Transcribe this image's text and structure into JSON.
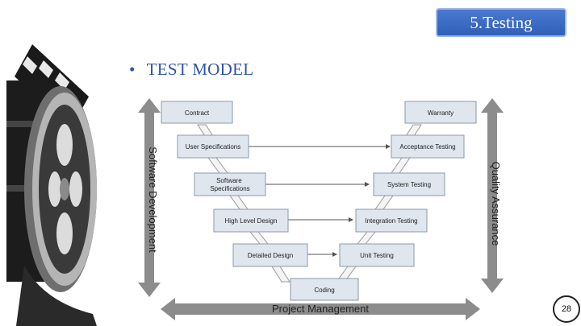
{
  "slide": {
    "title": "5.Testing",
    "bullet": "TEST MODEL",
    "page_number": "28"
  },
  "diagram": {
    "left_boxes": [
      "Contract",
      "User Specifications",
      "Software\nSpecifications",
      "High Level Design",
      "Detailed Design"
    ],
    "right_boxes": [
      "Warranty",
      "Acceptance Testing",
      "System Testing",
      "Integration Testing",
      "Unit Testing"
    ],
    "bottom_box": "Coding",
    "left_axis_label": "Software Development",
    "right_axis_label": "Quality Assurance",
    "bottom_axis_label": "Project Management"
  },
  "colors": {
    "badge": "#3b6cc7",
    "bullet_text": "#2f55a4",
    "box_fill": "#dfe6ee",
    "arrow_gray": "#8c8c8c"
  },
  "icons": [
    "film-reel-clapperboard-illustration"
  ]
}
